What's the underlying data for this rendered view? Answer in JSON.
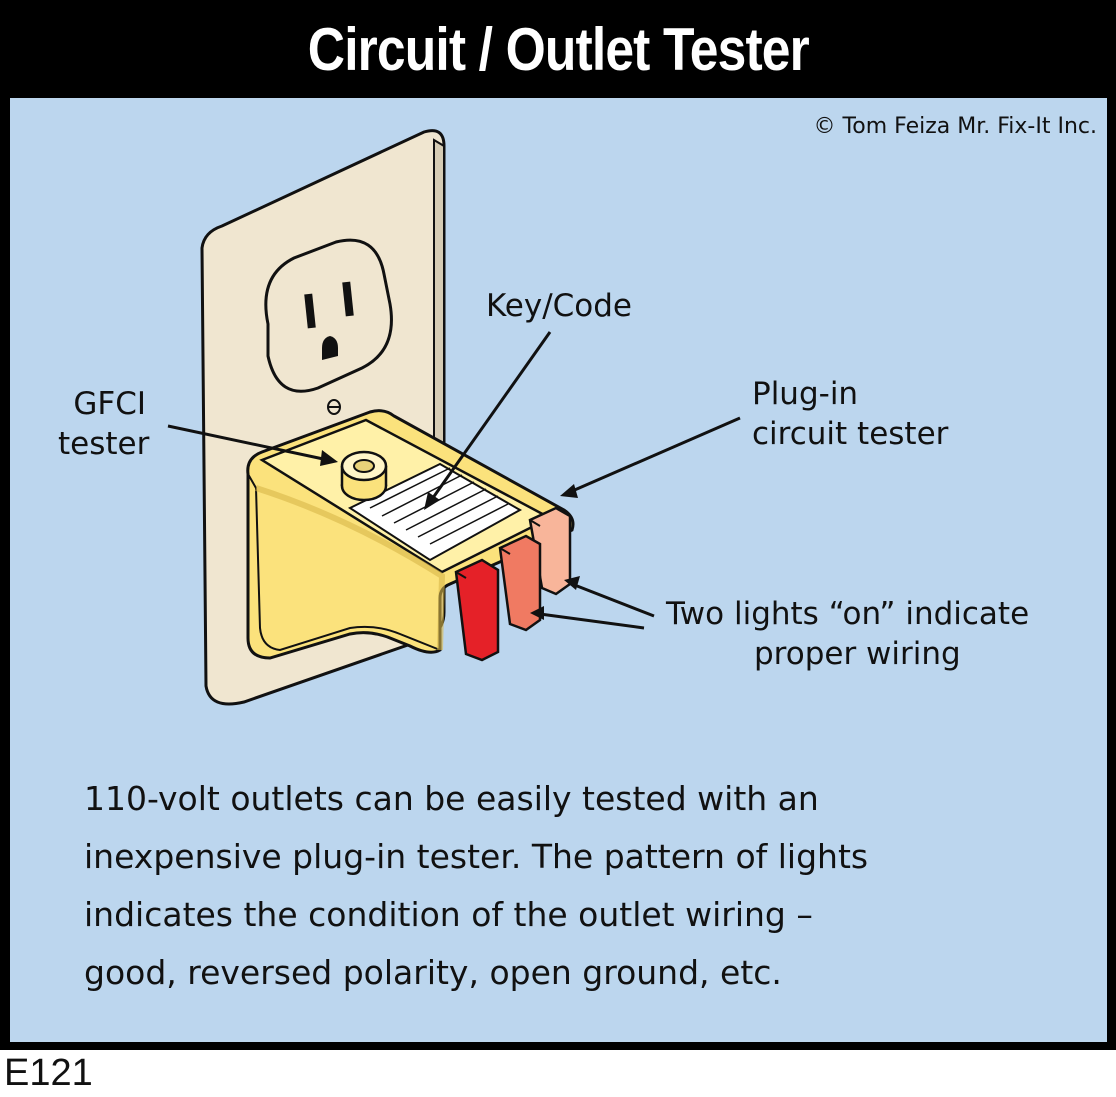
{
  "title": "Circuit / Outlet Tester",
  "copyright": "© Tom Feiza Mr. Fix-It Inc.",
  "callouts": {
    "key_code": "Key/Code",
    "gfci_line1": "GFCI",
    "gfci_line2": "tester",
    "plug_in_line1": "Plug-in",
    "plug_in_line2": "circuit tester",
    "lights_line1": "Two lights “on” indicate",
    "lights_line2": "proper wiring"
  },
  "description": [
    "110-volt outlets can be easily tested with an",
    "inexpensive plug-in tester. The pattern of lights",
    "indicates the condition of the outlet wiring –",
    "good, reversed polarity, open ground, etc."
  ],
  "code": "E121",
  "colors": {
    "panel": "#bcd6ee",
    "wall_plate": "#f0e6d0",
    "tester_body": "#fbe27c",
    "light_red": "#e52128",
    "light_coral": "#f07a62",
    "light_peach": "#f8b59a"
  }
}
